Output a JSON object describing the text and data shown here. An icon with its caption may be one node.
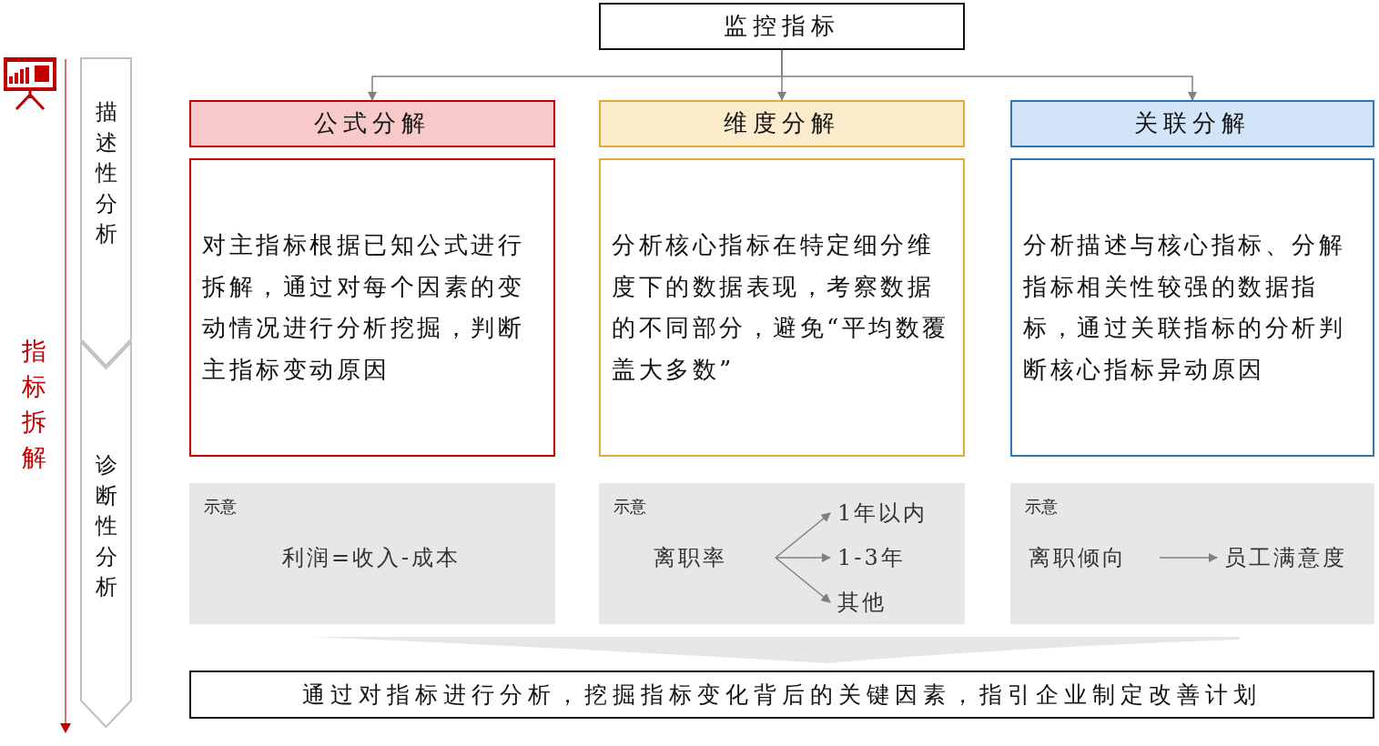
{
  "diagram": {
    "nodes": [
      {
        "text": [
          "监控指标"
        ]
      },
      {
        "text": [
          "公式分解"
        ]
      },
      {
        "text": [
          "维度分解"
        ]
      },
      {
        "text": [
          "关联分解"
        ]
      },
      {
        "text": [
          "对主指标根据已知公式进行拆解，通过对每个因素的变动情况进行分析挖掘，判断主指标变动原因"
        ]
      },
      {
        "text": [
          "分析核心指标在特定细分维度下的数据表现，考察数据的不同部分，避免“平均数覆盖大多数”"
        ]
      },
      {
        "text": [
          "分析描述与核心指标、分解指标相关性较强的数据指标，通过关联指标的分析判断核心指标异动原因"
        ]
      },
      {
        "text": [
          "示意"
        ]
      },
      {
        "text": [
          "利润=收入-成本"
        ],
        "in": 7
      },
      {
        "text": [
          "示意"
        ]
      },
      {
        "text": [
          "离职率"
        ],
        "in": 9
      },
      {
        "text": [
          "1年以内"
        ],
        "in": 9
      },
      {
        "text": [
          "1-3年"
        ],
        "in": 9
      },
      {
        "text": [
          "其他"
        ],
        "in": 9
      },
      {
        "text": [
          "示意"
        ]
      },
      {
        "text": [
          "离职倾向"
        ],
        "in": 14
      },
      {
        "text": [
          "员工满意度"
        ],
        "in": 14
      },
      {
        "text": [
          "通过对指标进行分析，挖掘指标变化背后的关键因素，指引企业制定改善计划"
        ]
      },
      {
        "text": [
          "描述性分析"
        ]
      },
      {
        "text": [
          "诊断性分析"
        ]
      },
      {
        "text": [],
        "shape": "chevron"
      }
    ],
    "edges": [
      {
        "from": 0,
        "to": 1,
        "arrow": "to"
      },
      {
        "from": 0,
        "to": 2,
        "arrow": "to"
      },
      {
        "from": 0,
        "to": 3,
        "arrow": "to"
      },
      {
        "from": 10,
        "to": 11,
        "arrow": "to"
      },
      {
        "from": 10,
        "to": 12,
        "arrow": "to"
      },
      {
        "from": 10,
        "to": 13,
        "arrow": "to"
      },
      {
        "from": 15,
        "to": 16,
        "arrow": "to"
      }
    ],
    "labels": [
      "指标拆解"
    ]
  }
}
